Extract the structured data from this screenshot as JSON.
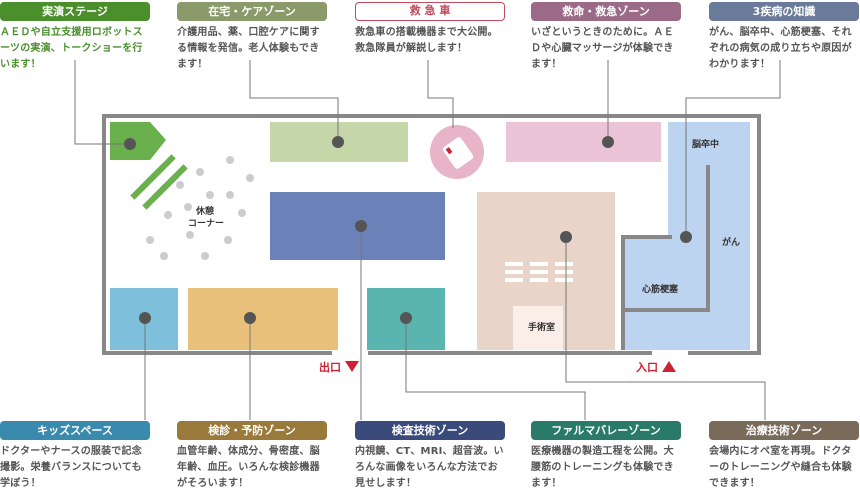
{
  "zones": {
    "stage": {
      "tag": "実演ステージ",
      "desc": "ＡＥＤや自立支援用ロボットスーツの実演、トークショーを行います！",
      "color": "#4a8f2c"
    },
    "care": {
      "tag": "在宅・ケアゾーン",
      "desc": "介護用品、薬、口腔ケアに関する情報を発信。老人体験もできます！",
      "color": "#8a9a6a"
    },
    "ambulance": {
      "tag": "救 急 車",
      "desc": "救急車の搭載機器まで大公開。救急隊員が解説します！",
      "color": "#c24a5a"
    },
    "rescue": {
      "tag": "救命・救急ゾーン",
      "desc": "いざというときのために。ＡＥＤや心臓マッサージが体験できます！",
      "color": "#9a6a86"
    },
    "three": {
      "tag": "3疾病の知識",
      "desc": "がん、脳卒中、心筋梗塞、それぞれの病気の成り立ちや原因がわかります！",
      "color": "#6a7a9a"
    },
    "kids": {
      "tag": "キッズスペース",
      "desc": "ドクターやナースの服装で記念撮影。栄養バランスについても学ぼう！",
      "color": "#3a8aae"
    },
    "checkup": {
      "tag": "検診・予防ゾーン",
      "desc": "血管年齢、体成分、骨密度、脳年齢、血圧。いろんな検診機器がそろいます！",
      "color": "#9a7a3a"
    },
    "exam": {
      "tag": "検査技術ゾーン",
      "desc": "内視鏡、CT、MRI、超音波。いろんな画像をいろんな方法でお見せします！",
      "color": "#3a4a7a"
    },
    "pharma": {
      "tag": "ファルマバレーゾーン",
      "desc": "医療機器の製造工程を公開。大腰筋のトレーニングも体験できます！",
      "color": "#2a7a6a"
    },
    "treatment": {
      "tag": "治療技術ゾーン",
      "desc": "会場内にオペ室を再現。ドクターのトレーニングや縫合も体験できます！",
      "color": "#7a6a5a"
    }
  },
  "map": {
    "rest_area": "休憩\nコーナー",
    "surgery": "手術室",
    "stroke": "脳卒中",
    "cancer": "がん",
    "heart": "心筋梗塞",
    "exit": "出口",
    "entrance": "入口"
  },
  "colors": {
    "stage_fill": "#6ab04c",
    "care_fill": "#c5d6a8",
    "ambulance_fill": "#e8b4c8",
    "rescue_fill": "#ecc4d8",
    "disease_fill": "#bcd4ef",
    "exam_fill": "#6a82b8",
    "treatment_fill": "#e8d4c8",
    "kids_fill": "#7ec0dc",
    "checkup_fill": "#e8c07a",
    "tech_fill": "#5ab4b0",
    "marker": "#cc2233"
  }
}
